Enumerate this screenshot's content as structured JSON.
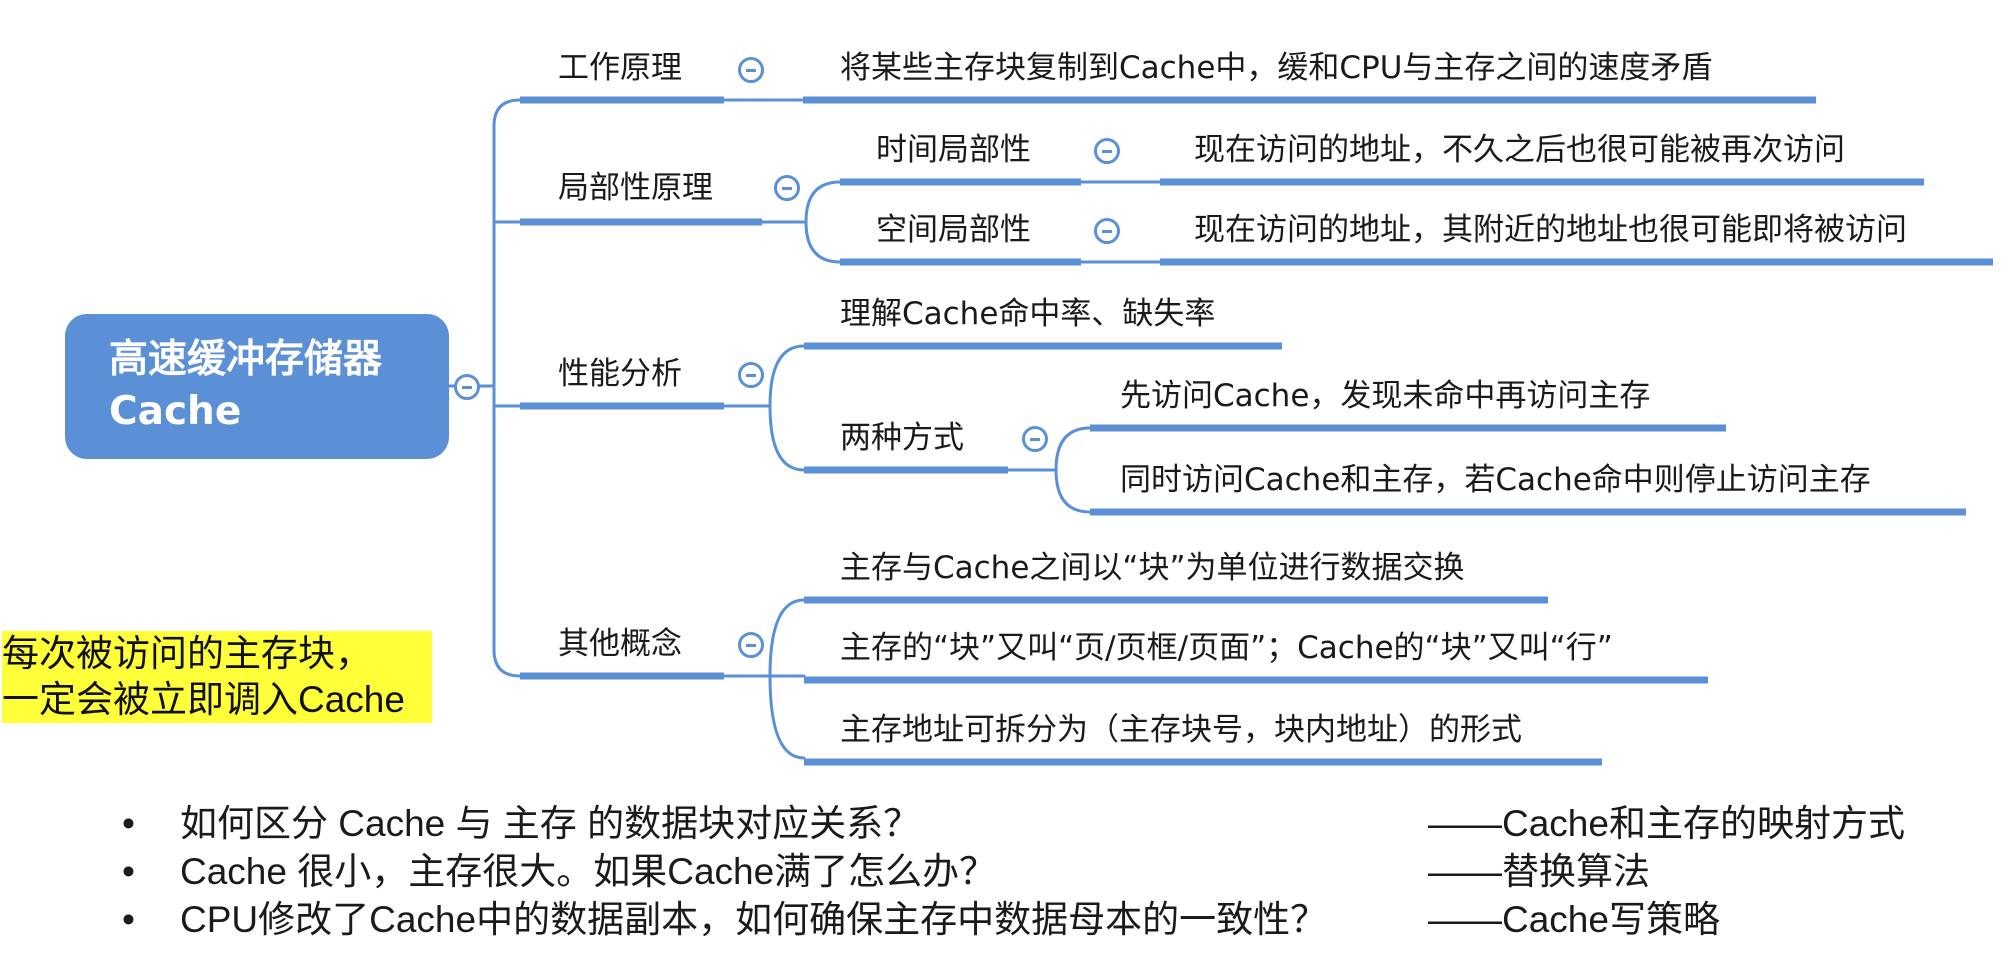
{
  "colors": {
    "accent": "#5b8fd6",
    "highlight": "#ffff3a",
    "text": "#1a1a1a"
  },
  "root": {
    "title_line1": "高速缓冲存储器",
    "title_line2": "Cache"
  },
  "branches": {
    "working": {
      "label": "工作原理",
      "detail": "将某些主存块复制到Cache中，缓和CPU与主存之间的速度矛盾"
    },
    "locality": {
      "label": "局部性原理",
      "temporal": {
        "label": "时间局部性",
        "detail": "现在访问的地址，不久之后也很可能被再次访问"
      },
      "spatial": {
        "label": "空间局部性",
        "detail": "现在访问的地址，其附近的地址也很可能即将被访问"
      }
    },
    "performance": {
      "label": "性能分析",
      "hit_rate": "理解Cache命中率、缺失率",
      "two_ways": {
        "label": "两种方式",
        "way1": "先访问Cache，发现未命中再访问主存",
        "way2": "同时访问Cache和主存，若Cache命中则停止访问主存"
      }
    },
    "other": {
      "label": "其他概念",
      "c1": "主存与Cache之间以“块”为单位进行数据交换",
      "c2": "主存的“块”又叫“页/页框/页面”；Cache的“块”又叫“行”",
      "c3": "主存地址可拆分为（主存块号，块内地址）的形式"
    }
  },
  "note": {
    "line1": "每次被访问的主存块，",
    "line2": "一定会被立即调入Cache"
  },
  "bullet_symbol": "•",
  "questions": [
    {
      "q": "如何区分 Cache 与 主存 的数据块对应关系？",
      "a": "——Cache和主存的映射方式"
    },
    {
      "q": "Cache 很小，主存很大。如果Cache满了怎么办？",
      "a": "——替换算法"
    },
    {
      "q": "CPU修改了Cache中的数据副本，如何确保主存中数据母本的一致性？",
      "a": "——Cache写策略"
    }
  ]
}
